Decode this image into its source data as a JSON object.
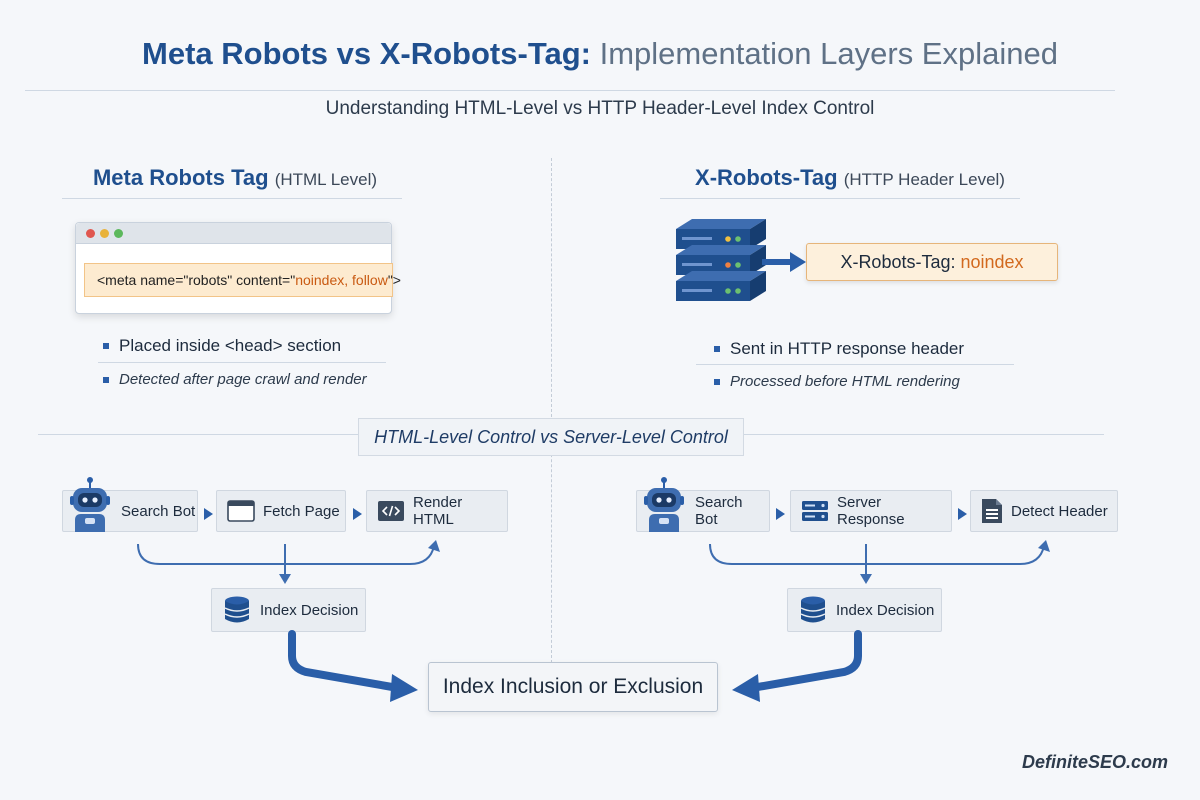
{
  "title": {
    "strong": "Meta Robots vs X-Robots-Tag:",
    "light": "Implementation Layers Explained"
  },
  "subtitle": "Understanding HTML-Level vs HTTP Header-Level Index Control",
  "left": {
    "heading_main": "Meta Robots Tag",
    "heading_sub": "(HTML Level)",
    "code": {
      "prefix": "<meta name=\"robots\" content=\"",
      "value": "noindex, follow",
      "suffix": "\">"
    },
    "bullets": [
      "Placed inside <head> section",
      "Detected after page crawl and render"
    ],
    "flow": [
      "Search Bot",
      "Fetch Page",
      "Render HTML"
    ],
    "decision": "Index Decision"
  },
  "right": {
    "heading_main": "X-Robots-Tag",
    "heading_sub": "(HTTP Header Level)",
    "header_box": {
      "label": "X-Robots-Tag:",
      "value": "noindex"
    },
    "bullets": [
      "Sent in HTTP response header",
      "Processed before HTML rendering"
    ],
    "flow": [
      "Search Bot",
      "Server Response",
      "Detect Header"
    ],
    "decision": "Index Decision"
  },
  "band": "HTML-Level Control vs Server-Level Control",
  "final": "Index Inclusion or Exclusion",
  "brand": "DefiniteSEO.com",
  "colors": {
    "accent": "#1f4f8e",
    "arrow": "#2a5ea8",
    "highlight": "#d2691e",
    "code_bg": "#fdebd0"
  }
}
